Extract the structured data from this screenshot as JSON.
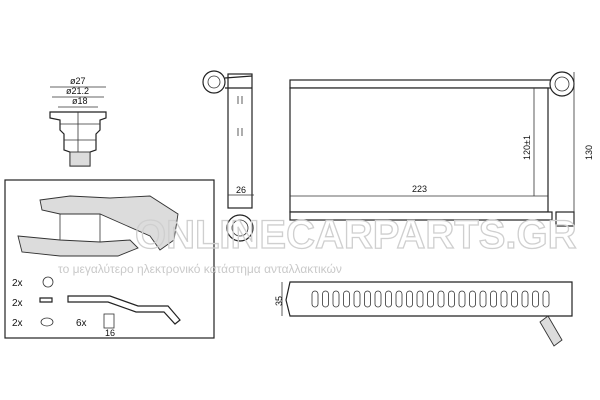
{
  "dimensions": {
    "pipe_outer_diameter": "ø27",
    "pipe_mid_diameter": "ø21.2",
    "pipe_inner_diameter": "ø18",
    "core_width": "223",
    "core_height_inner": "120±1",
    "core_height_total": "130",
    "side_depth": "26",
    "core_thickness": "35"
  },
  "kit_contents": [
    {
      "qty": "2x",
      "part": "retaining-clip"
    },
    {
      "qty": "2x",
      "part": "fixing-pin"
    },
    {
      "qty": "2x",
      "part": "o-ring-seal"
    },
    {
      "qty": "6x",
      "part": "screw",
      "size": "16"
    }
  ],
  "watermark": {
    "brand": "ONLINECARPARTS.GR",
    "slogan": "το μεγαλύτερο ηλεκτρονικό κατάστημα ανταλλακτικών"
  }
}
